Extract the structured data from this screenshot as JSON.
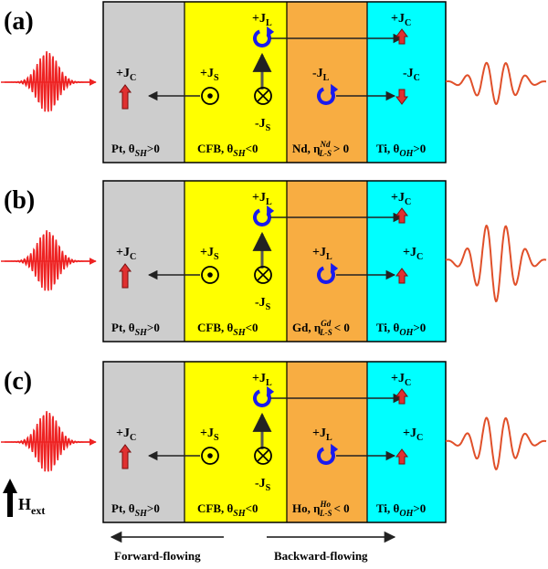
{
  "colors": {
    "pt": "#cdcdcd",
    "cfb": "#ffff00",
    "rareearth": "#f8ad42",
    "ti": "#00ffff",
    "pulse": "#ee2222",
    "wave": "#e0502a",
    "current_arrow": "#e03030",
    "orbital": "#1a1aee"
  },
  "panels": [
    {
      "letter": "(a)",
      "jl_top": "+J",
      "jl_top_sub": "L",
      "js_left": "+J",
      "js_left_sub": "S",
      "js_bottom": "-J",
      "js_bottom_sub": "S",
      "pt_jc": "+J",
      "pt_jc_sub": "C",
      "re_jl": "-J",
      "re_jl_sub": "L",
      "ti_top": "+J",
      "ti_top_sub": "C",
      "ti_bottom": "-J",
      "ti_bottom_sub": "C",
      "ti_bottom_dir": "down",
      "wave_amp": "small",
      "pt_label": "Pt, θ",
      "pt_label_sub": "SH",
      "pt_label_tail": ">0",
      "cfb_label": "CFB, θ",
      "cfb_label_sub": "SH",
      "cfb_label_tail": "<0",
      "re_label": "Nd, η",
      "re_label_sup": "Nd",
      "re_label_sub": "L-S",
      "re_label_tail": "> 0",
      "ti_label": "Ti, θ",
      "ti_label_sub": "OH",
      "ti_label_tail": ">0"
    },
    {
      "letter": "(b)",
      "jl_top": "+J",
      "jl_top_sub": "L",
      "js_left": "+J",
      "js_left_sub": "S",
      "js_bottom": "-J",
      "js_bottom_sub": "S",
      "pt_jc": "+J",
      "pt_jc_sub": "C",
      "re_jl": "+J",
      "re_jl_sub": "L",
      "ti_top": "+J",
      "ti_top_sub": "C",
      "ti_bottom": "+J",
      "ti_bottom_sub": "C",
      "ti_bottom_dir": "up",
      "wave_amp": "large",
      "pt_label": "Pt, θ",
      "pt_label_sub": "SH",
      "pt_label_tail": ">0",
      "cfb_label": "CFB, θ",
      "cfb_label_sub": "SH",
      "cfb_label_tail": "<0",
      "re_label": "Gd, η",
      "re_label_sup": "Gd",
      "re_label_sub": "L-S",
      "re_label_tail": "< 0",
      "ti_label": "Ti, θ",
      "ti_label_sub": "OH",
      "ti_label_tail": ">0"
    },
    {
      "letter": "(c)",
      "jl_top": "+J",
      "jl_top_sub": "L",
      "js_left": "+J",
      "js_left_sub": "S",
      "js_bottom": "-J",
      "js_bottom_sub": "S",
      "pt_jc": "+J",
      "pt_jc_sub": "C",
      "re_jl": "+J",
      "re_jl_sub": "L",
      "ti_top": "+J",
      "ti_top_sub": "C",
      "ti_bottom": "+J",
      "ti_bottom_sub": "C",
      "ti_bottom_dir": "up",
      "wave_amp": "medium",
      "pt_label": "Pt, θ",
      "pt_label_sub": "SH",
      "pt_label_tail": ">0",
      "cfb_label": "CFB, θ",
      "cfb_label_sub": "SH",
      "cfb_label_tail": "<0",
      "re_label": "Ho, η",
      "re_label_sup": "Ho",
      "re_label_sub": "L-S",
      "re_label_tail": "< 0",
      "ti_label": "Ti, θ",
      "ti_label_sub": "OH",
      "ti_label_tail": ">0"
    }
  ],
  "hext": {
    "main": "H",
    "sub": "ext"
  },
  "flow": {
    "forward": "Forward-flowing",
    "backward": "Backward-flowing"
  }
}
